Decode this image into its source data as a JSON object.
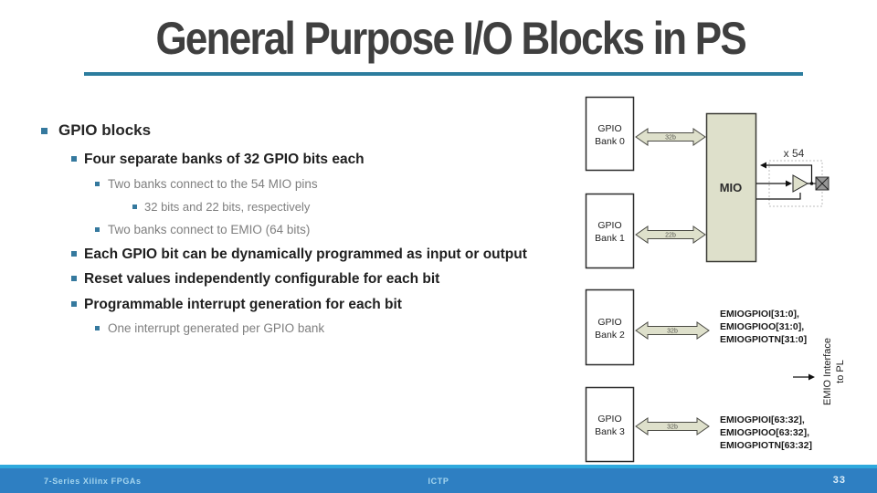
{
  "slide": {
    "title": "General Purpose I/O Blocks in PS",
    "accent_color": "#2c7d9e",
    "bullet_color": "#35799e"
  },
  "bullets": [
    {
      "level": 1,
      "text": "GPIO blocks"
    },
    {
      "level": 2,
      "text": "Four separate banks of 32 GPIO bits each"
    },
    {
      "level": 3,
      "text": "Two banks connect to the 54 MIO pins"
    },
    {
      "level": 4,
      "text": "32 bits and 22 bits, respectively"
    },
    {
      "level": 3,
      "text": "Two banks connect to EMIO (64 bits)"
    },
    {
      "level": 2,
      "text": "Each GPIO bit can be dynamically programmed as input or output"
    },
    {
      "level": 2,
      "text": "Reset values independently configurable for each bit"
    },
    {
      "level": 2,
      "text": "Programmable interrupt generation for each bit"
    },
    {
      "level": 3,
      "text": "One interrupt generated per GPIO bank"
    }
  ],
  "diagram": {
    "banks": [
      {
        "line1": "GPIO",
        "line2": "Bank 0",
        "bus": "32b"
      },
      {
        "line1": "GPIO",
        "line2": "Bank 1",
        "bus": "22b"
      },
      {
        "line1": "GPIO",
        "line2": "Bank 2",
        "bus": "32b"
      },
      {
        "line1": "GPIO",
        "line2": "Bank 3",
        "bus": "32b"
      }
    ],
    "mio_label": "MIO",
    "x54_label": "x 54",
    "emio_bank2": [
      "EMIOGPIOI[31:0],",
      "EMIOGPIOO[31:0],",
      "EMIOGPIOTN[31:0]"
    ],
    "emio_bank3": [
      "EMIOGPIOI[63:32],",
      "EMIOGPIOO[63:32],",
      "EMIOGPIOTN[63:32]"
    ],
    "emio_interface_line1": "EMIO Interface",
    "emio_interface_line2": "to PL",
    "block_fill": "#dee0cb"
  },
  "footer": {
    "left": "7-Series Xilinx FPGAs",
    "center": "ICTP",
    "slide_number": "33",
    "bar_color": "#2e7fc2",
    "strip_color": "#2fa9dd"
  }
}
